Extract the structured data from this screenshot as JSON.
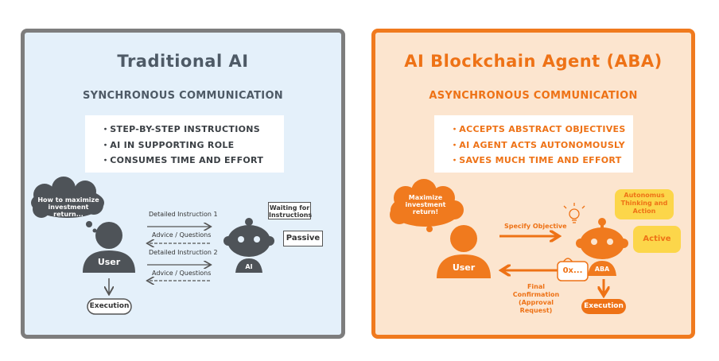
{
  "left": {
    "title": "Traditional AI",
    "subtitle": "SYNCHRONOUS COMMUNICATION",
    "bullets": [
      "・STEP-BY-STEP INSTRUCTIONS",
      "・AI IN SUPPORTING ROLE",
      "・CONSUMES TIME AND EFFORT"
    ],
    "thought": "How to maximize investment return...",
    "user_label": "User",
    "ai_label": "AI",
    "arrows": [
      "Detailed Instruction 1",
      "Advice / Questions",
      "Detailed Instruction 2",
      "Advice / Questions"
    ],
    "waiting": "Waiting for Instructions",
    "state": "Passive",
    "execution": "Execution",
    "colors": {
      "bg": "#e4f0fa",
      "border": "#7d7d7d",
      "figure": "#4e5358"
    }
  },
  "right": {
    "title": "AI Blockchain Agent (ABA)",
    "subtitle": "ASYNCHRONOUS COMMUNICATION",
    "bullets": [
      "・ACCEPTS ABSTRACT OBJECTIVES",
      "・AI AGENT ACTS AUTONOMOUSLY",
      "・SAVES MUCH TIME AND EFFORT"
    ],
    "thought": "Maximize investment return!",
    "user_label": "User",
    "aba_label": "ABA",
    "specify": "Specify Objective",
    "wallet": "0x...",
    "confirm": "Final Confirmation (Approval Request)",
    "thinking": "Autonomus Thinking and Action",
    "state": "Active",
    "execution": "Execution",
    "colors": {
      "bg": "#fce5cf",
      "border": "#f07a1e",
      "accent": "#ee7216",
      "sticky": "#fcd64a"
    }
  }
}
